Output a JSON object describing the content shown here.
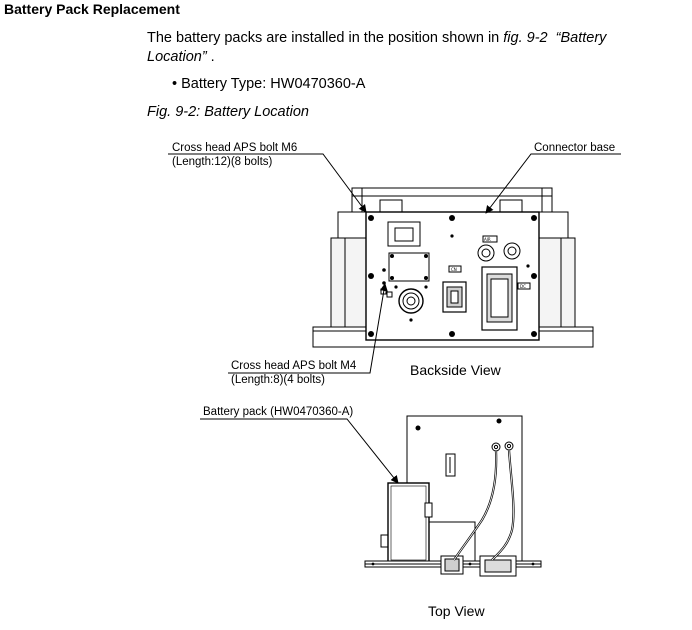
{
  "section": {
    "title": "Battery Pack Replacement"
  },
  "intro": {
    "line1_prefix": "The battery packs are installed in the position shown in ",
    "line1_ref": "fig. 9-2",
    "line1_ref_title": "“Battery",
    "line2_ref_title": "Location”",
    "line2_suffix": " ."
  },
  "battery_type": {
    "bullet": "•",
    "text": "Battery Type: HW0470360-A"
  },
  "figure": {
    "caption": "Fig. 9-2: Battery Location",
    "labels": {
      "m6_line1": "Cross head APS bolt M6",
      "m6_line2": "(Length:12)(8 bolts)",
      "connector_base": "Connector base",
      "m4_line1": "Cross head APS bolt M4",
      "m4_line2": "(Length:8)(4 bolts)",
      "battery_pack": "Battery pack (HW0470360-A)"
    },
    "views": {
      "backside": "Backside View",
      "top": "Top View"
    },
    "plate_marks": {
      "air": "AIR",
      "cn": "CN",
      "dc": "DC"
    }
  }
}
